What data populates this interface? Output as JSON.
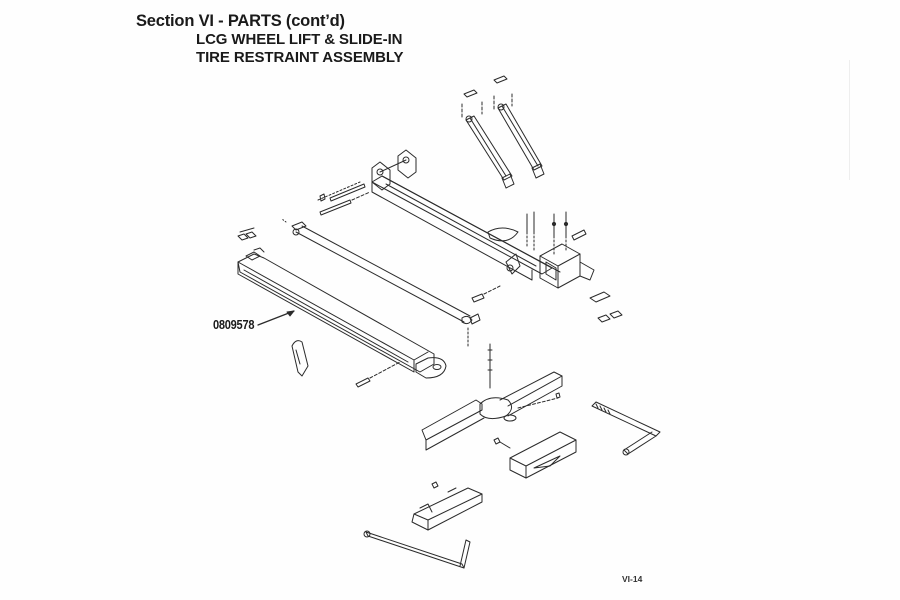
{
  "header": {
    "section_title": "Section VI - PARTS (cont’d)",
    "subtitle_line1": "LCG WHEEL LIFT & SLIDE-IN",
    "subtitle_line2": "TIRE RESTRAINT ASSEMBLY"
  },
  "diagram": {
    "type": "exploded-view parts drawing",
    "callouts": [
      {
        "part_number": "0809578",
        "target": "crossbar-tube"
      }
    ],
    "components": [
      "main-boom",
      "lift-arms-pair",
      "crossbar-tube",
      "pivot-shaft",
      "crossbar-tee-pivot",
      "tire-restraint-scoop-right",
      "tire-restraint-scoop-left",
      "l-pin-right",
      "l-pin-left",
      "wear-pads",
      "hardware-bolts-pins"
    ],
    "line_color": "#2b2b2b"
  },
  "footer": {
    "page_number": "VI-14"
  }
}
